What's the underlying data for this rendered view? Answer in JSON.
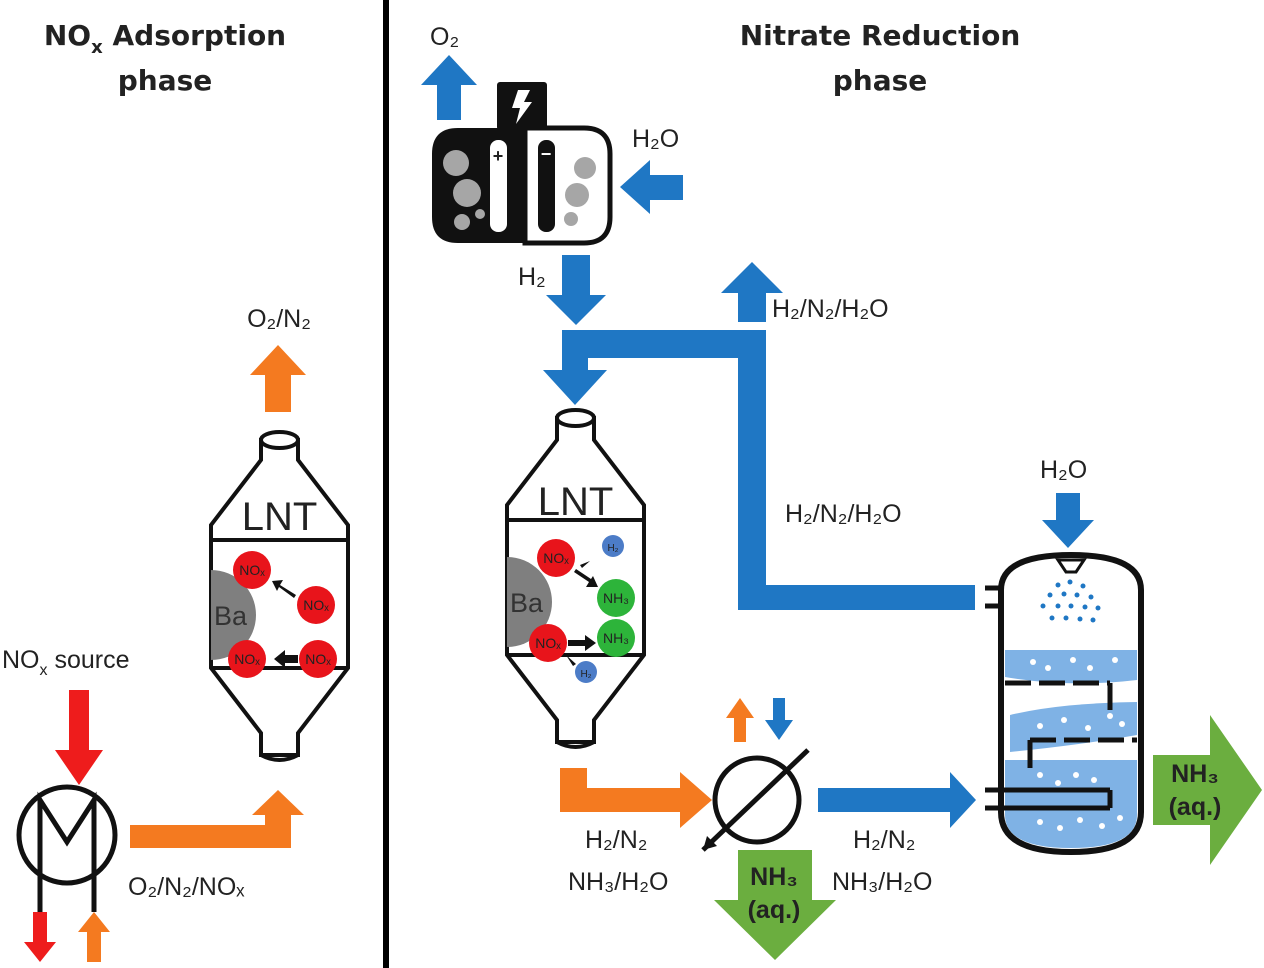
{
  "left_phase": {
    "title_line1_main": "NO",
    "title_line1_sub": "x",
    "title_line1_rest": " Adsorption",
    "title_line2": "phase",
    "outlet_label": "O₂/N₂",
    "source_label_main": "NO",
    "source_label_sub": "x",
    "source_label_rest": " source",
    "feed_label": "O₂/N₂/NOₓ",
    "reactor": {
      "name": "LNT",
      "storage": "Ba",
      "species": [
        "NOₓ",
        "NOₓ",
        "NOₓ",
        "NOₓ"
      ]
    }
  },
  "right_phase": {
    "title_line1": "Nitrate Reduction",
    "title_line2": "phase",
    "electrolyzer": {
      "oxygen_out": "O₂",
      "water_in": "H₂O",
      "hydrogen_out": "H₂",
      "plus_sign": "+",
      "minus_sign": "−"
    },
    "recycle_label": "H₂/N₂/H₂O",
    "scrubber_gas_label": "H₂/N₂/H₂O",
    "scrubber_water_in": "H₂O",
    "reactor": {
      "name": "LNT",
      "storage": "Ba",
      "species": [
        "NOₓ",
        "H₂",
        "NH₃",
        "NOₓ",
        "NH₃",
        "H₂"
      ]
    },
    "separator_in_label_line1": "H₂/N₂",
    "separator_in_label_line2": "NH₃/H₂O",
    "separator_out_label_line1": "H₂/N₂",
    "separator_out_label_line2": "NH₃/H₂O",
    "product_bottom_line1": "NH₃",
    "product_bottom_line2": "(aq.)",
    "product_right_line1": "NH₃",
    "product_right_line2": "(aq.)"
  },
  "colors": {
    "blue": "#1F77C4",
    "orange": "#F47A20",
    "red": "#EE1C1C",
    "green": "#6BAE3F",
    "light_blue": "#7FB2E5",
    "species_red": "#E8141B",
    "species_green": "#2DB43A",
    "species_blue": "#4C7CC7",
    "ba_grey": "#7F7F7F",
    "bubble_grey": "#A6A6A6",
    "divider": "#000000"
  }
}
